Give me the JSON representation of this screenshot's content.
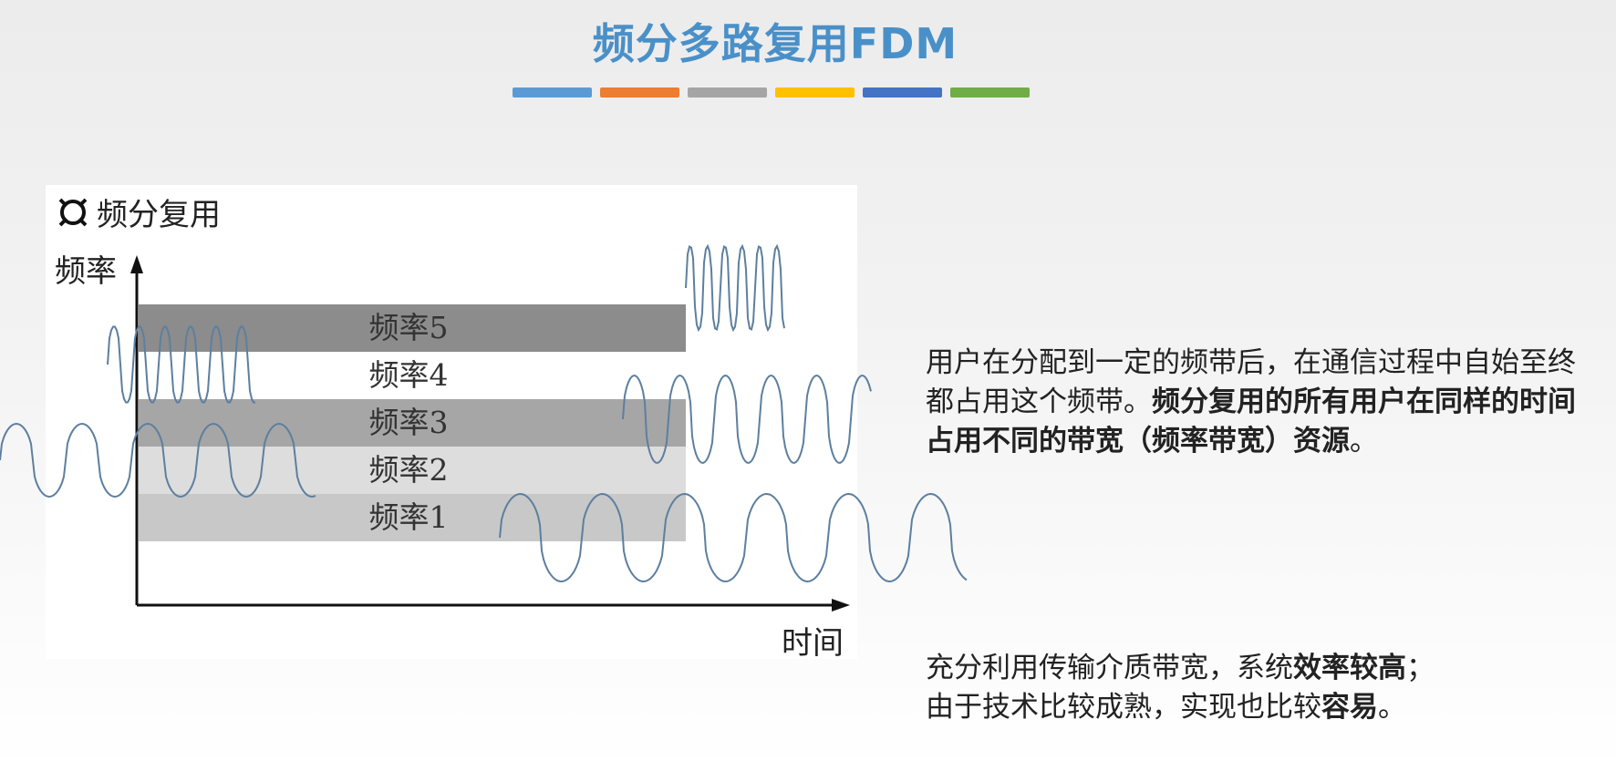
{
  "slide": {
    "title": "频分多路复用FDM",
    "title_color": "#4a90c8",
    "color_strip": [
      "#5b9bd5",
      "#ed7d31",
      "#a5a5a5",
      "#ffc000",
      "#4472c4",
      "#70ad47"
    ]
  },
  "figure": {
    "heading": "频分复用",
    "y_axis_label": "频率",
    "x_axis_label": "时间",
    "bands": [
      {
        "label": "频率5",
        "color": "#8c8c8c"
      },
      {
        "label": "频率4",
        "color": "#ffffff"
      },
      {
        "label": "频率3",
        "color": "#a6a6a6"
      },
      {
        "label": "频率2",
        "color": "#dddddd"
      },
      {
        "label": "频率1",
        "color": "#c8c8c8"
      }
    ],
    "wave_color": "#5d7f9f"
  },
  "description": {
    "para1_plain": "用户在分配到一定的频带后，在通信过程中自始至终都占用这个频带。",
    "para1_bold": "频分复用的所有用户在同样的时间占用不同的带宽（频率带宽）资源",
    "para1_end": "。",
    "line2_plain": "充分利用传输介质带宽，系统",
    "line2_bold": "效率较高",
    "line2_end": "；",
    "line3_plain": "由于技术比较成熟，实现也比较",
    "line3_bold": "容易",
    "line3_end": "。"
  }
}
